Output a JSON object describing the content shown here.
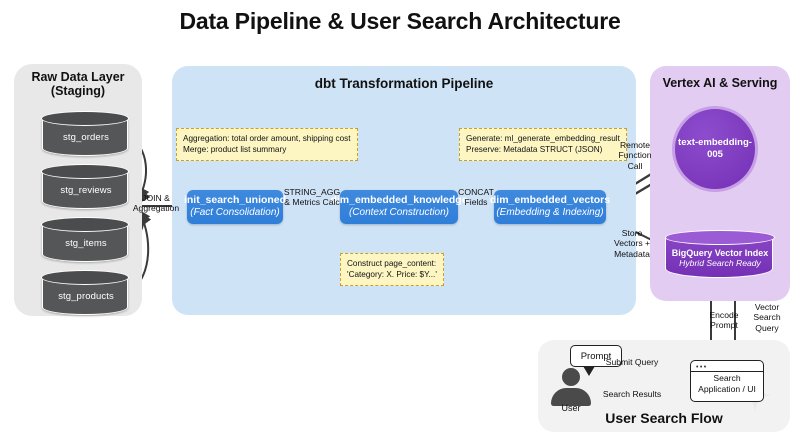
{
  "title": "Data Pipeline & User Search Architecture",
  "panels": {
    "raw": {
      "title": "Raw Data Layer\n(Staging)",
      "title_line1": "Raw Data Layer",
      "title_line2": "(Staging)"
    },
    "dbt": {
      "title": "dbt Transformation Pipeline"
    },
    "vertex": {
      "title": "Vertex AI & Serving"
    },
    "flow": {
      "title": "User Search Flow"
    }
  },
  "staging_tables": [
    {
      "name": "stg_orders"
    },
    {
      "name": "stg_reviews"
    },
    {
      "name": "stg_items"
    },
    {
      "name": "stg_products"
    }
  ],
  "models": [
    {
      "name": "init_search_unioned",
      "subtitle": "(Fact Consolidation)"
    },
    {
      "name": "dim_embedded_knowledge",
      "subtitle": "(Context Construction)"
    },
    {
      "name": "dim_embedded_vectors",
      "subtitle": "(Embedding & Indexing)"
    }
  ],
  "notes": [
    {
      "id": "aggregation-note",
      "line1": "Aggregation: total order amount, shipping cost",
      "line2": "Merge: product list summary"
    },
    {
      "id": "generate-note",
      "line1": "Generate: ml_generate_embedding_result",
      "line2": "Preserve: Metadata STRUCT (JSON)"
    },
    {
      "id": "page-content-note",
      "line1": "Construct page_content:",
      "line2": "'Category: X. Price: $Y...'"
    }
  ],
  "vertex": {
    "embedding_model": {
      "line1": "text-embedding-",
      "line2": "005"
    },
    "vector_index": {
      "name": "BigQuery Vector Index",
      "subtitle": "Hybrid Search Ready"
    }
  },
  "edges": {
    "join": {
      "line1": "JOIN &",
      "line2": "Aggregation"
    },
    "string_agg": {
      "line1": "STRING_AGG",
      "line2": "& Metrics Calc"
    },
    "concat": {
      "line1": "CONCAT",
      "line2": "Fields"
    },
    "remote_function_call": {
      "line1": "Remote",
      "line2": "Function",
      "line3": "Call"
    },
    "store_vectors": {
      "line1": "Store",
      "line2": "Vectors +",
      "line3": "Metadata"
    },
    "encode_prompt": {
      "line1": "Encode",
      "line2": "Prompt"
    },
    "vector_search_query": {
      "line1": "Vector",
      "line2": "Search",
      "line3": "Query"
    },
    "submit_query": {
      "label": "Submit Query"
    },
    "search_results": {
      "label": "Search Results"
    }
  },
  "user_flow": {
    "prompt_bubble": "Prompt",
    "user_label": "User",
    "search_app": {
      "line1": "Search",
      "line2": "Application / UI"
    }
  },
  "colors": {
    "background": "#ffffff",
    "raw_panel": "#e8e8e8",
    "dbt_panel": "#cfe3f7",
    "vertex_panel": "#e3ccf2",
    "flow_panel": "#f2f2f2",
    "model_blue": "#2f7ed8",
    "cylinder_gray": "#555657",
    "vertex_purple": "#7e3fbf",
    "note_yellow": "#fdf6c3",
    "note_border": "#c8a12a",
    "arrow_dark": "#3a3a3a",
    "text": "#111111"
  }
}
